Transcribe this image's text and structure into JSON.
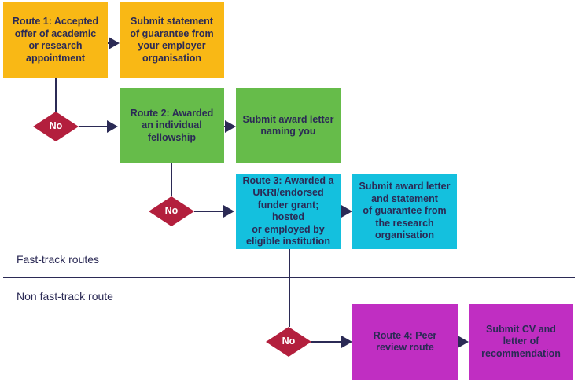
{
  "colors": {
    "route1": "#f9b815",
    "route2": "#66bc4a",
    "route3": "#14c0de",
    "route4": "#c02ec2",
    "decision": "#b31f3d",
    "connector": "#2b2a55",
    "text": "#2b2a55"
  },
  "routes": {
    "route1": {
      "label": "Route 1: Accepted\noffer of academic\nor research\nappointment",
      "action": "Submit statement\nof guarantee from\nyour employer\norganisation"
    },
    "route2": {
      "label": "Route 2: Awarded\nan individual\nfellowship",
      "action": "Submit award letter\nnaming you"
    },
    "route3": {
      "label": "Route 3: Awarded a\nUKRI/endorsed\nfunder grant; hosted\nor employed by\neligible institution",
      "action": "Submit award letter\nand statement\nof guarantee from\nthe research\norganisation"
    },
    "route4": {
      "label": "Route 4: Peer\nreview route",
      "action": "Submit CV and\nletter of\nrecommendation"
    }
  },
  "decisions": [
    "No",
    "No",
    "No"
  ],
  "sections": {
    "fast_track": "Fast-track routes",
    "non_fast_track": "Non fast-track route"
  }
}
